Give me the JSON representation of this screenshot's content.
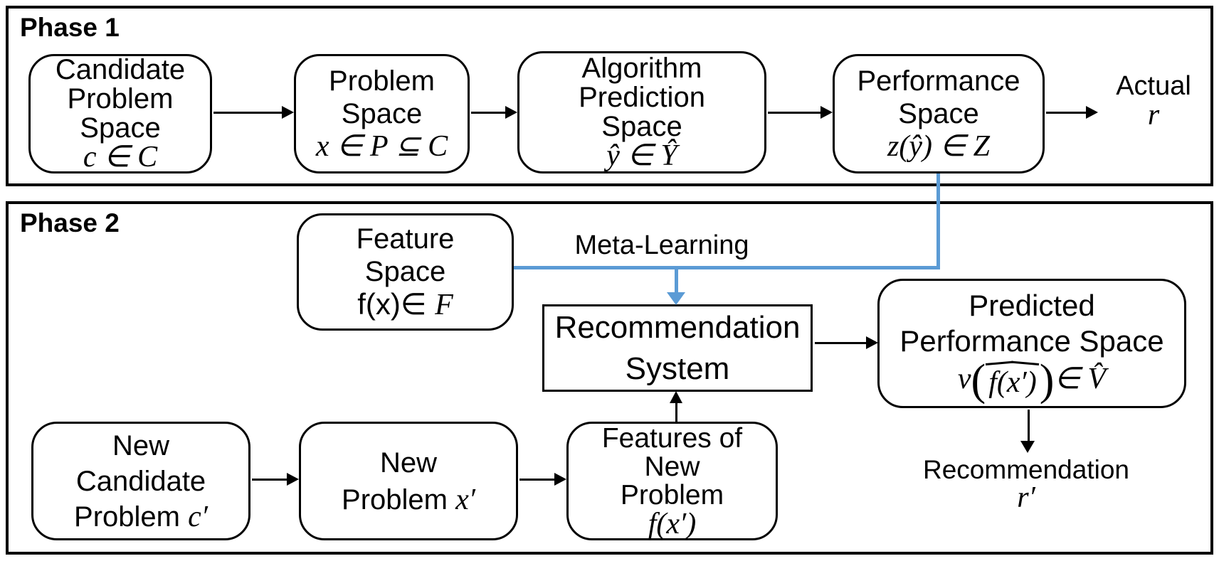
{
  "colors": {
    "connector_blue": "#5B9BD5",
    "line_black": "#000000"
  },
  "phase1": {
    "label": "Phase 1",
    "candidate_box": {
      "l1": "Candidate",
      "l2": "Problem",
      "l3": "Space",
      "math": "c ∈ C"
    },
    "problem_box": {
      "l1": "Problem",
      "l2": "Space",
      "math": "x ∈ P ⊆ C"
    },
    "algorithm_box": {
      "l1": "Algorithm",
      "l2": "Prediction",
      "l3": "Space",
      "math": "ŷ ∈ Ŷ"
    },
    "performance_box": {
      "l1": "Performance",
      "l2": "Space",
      "math": "z(ŷ) ∈ Z"
    },
    "actual": {
      "label": "Actual",
      "math": "r"
    }
  },
  "phase2": {
    "label": "Phase 2",
    "feature_box": {
      "l1": "Feature",
      "l2": "Space",
      "math_prefix": "f(x)∈ ",
      "math": "F"
    },
    "meta_learning_label": "Meta-Learning",
    "recommendation_system_box": {
      "l1": "Recommendation",
      "l2": "System"
    },
    "predicted_box": {
      "l1": "Predicted",
      "l2": "Performance Space",
      "formula": {
        "v": "v",
        "lp": "(",
        "arg": "f(x′)",
        "rp": ")",
        "rest": " ∈ V̂"
      }
    },
    "new_candidate_box": {
      "l1": "New",
      "l2": "Candidate",
      "l3_text": "Problem ",
      "l3_math": "c′"
    },
    "new_problem_box": {
      "l1": "New",
      "l2_text": "Problem ",
      "l2_math": "x′"
    },
    "features_box": {
      "l1": "Features of",
      "l2": "New",
      "l3": "Problem",
      "math": "f(x′)"
    },
    "recommendation_out": {
      "label": "Recommendation",
      "math": "r′"
    }
  }
}
